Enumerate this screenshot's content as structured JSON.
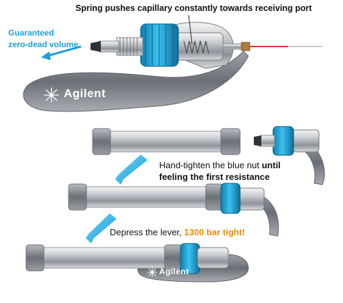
{
  "top_callout": "Spring pushes capillary constantly towards receiving port",
  "left_callout": {
    "line1": "Guaranteed",
    "line2": "zero-dead volume"
  },
  "brand_top": "Agilent",
  "brand_bottom": "Agilent",
  "step1": {
    "text": "Hand-tighten the blue nut ",
    "bold1": "until",
    "bold2": "feeling the first resistance"
  },
  "step2": {
    "text": "Depress the lever, ",
    "highlight": "1300 bar tight!"
  },
  "colors": {
    "accent_blue": "#1aa0d8",
    "highlight_orange": "#f08a00"
  }
}
